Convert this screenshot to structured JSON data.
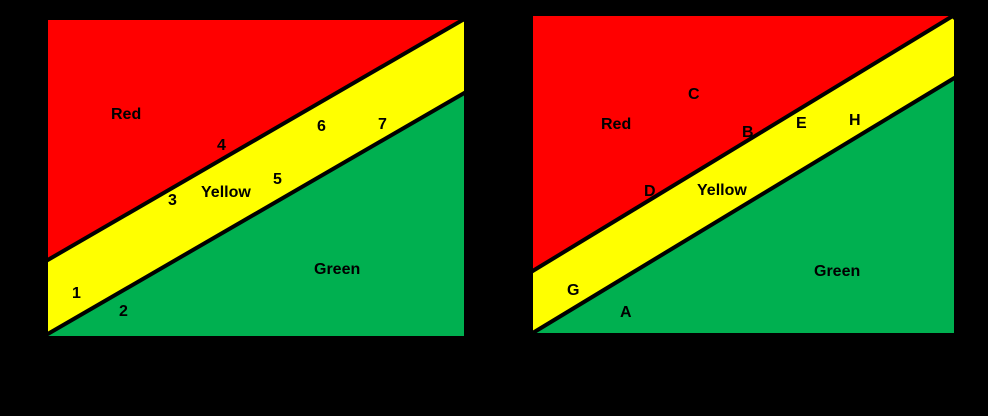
{
  "colors": {
    "background": "#000000",
    "red": "#ff0000",
    "yellow": "#ffff00",
    "green": "#00b050",
    "border": "#000000"
  },
  "left_diagram": {
    "zones": {
      "red": "Red",
      "yellow": "Yellow",
      "green": "Green"
    },
    "points": [
      "1",
      "2",
      "3",
      "4",
      "5",
      "6",
      "7"
    ]
  },
  "right_diagram": {
    "zones": {
      "red": "Red",
      "yellow": "Yellow",
      "green": "Green"
    },
    "points": [
      "A",
      "B",
      "C",
      "D",
      "E",
      "G",
      "H"
    ]
  }
}
